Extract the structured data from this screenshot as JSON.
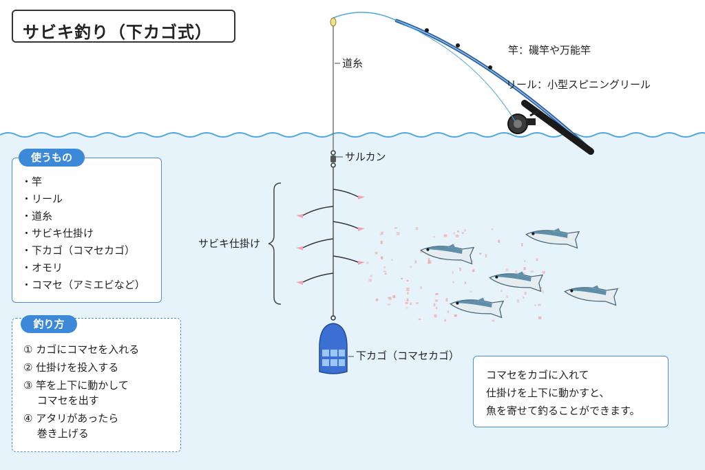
{
  "title": "サビキ釣り（下カゴ式）",
  "labels": {
    "rod": "竿：磯竿や万能竿",
    "reel": "リール：小型スピニングリール",
    "line": "道糸",
    "swivel": "サルカン",
    "rig": "サビキ仕掛け",
    "cage": "下カゴ（コマセカゴ）"
  },
  "items_panel": {
    "heading": "使うもの",
    "items": [
      "・竿",
      "・リール",
      "・道糸",
      "・サビキ仕掛け",
      "・下カゴ（コマセカゴ）",
      "・オモリ",
      "・コマセ（アミエビなど）"
    ]
  },
  "steps_panel": {
    "heading": "釣り方",
    "steps": [
      "① カゴにコマセを入れる",
      "② 仕掛けを投入する",
      "③ 竿を上下に動かして",
      "　 コマセを出す",
      "④ アタリがあったら",
      "　 巻き上げる"
    ]
  },
  "note": {
    "lines": [
      "コマセをカゴに入れて",
      "仕掛けを上下に動かすと、",
      "魚を寄せて釣ることができます。"
    ]
  },
  "colors": {
    "water": "#e6f3fb",
    "water_line": "#4aa6dc",
    "accent": "#3d89d9",
    "rod": "#2e5f9e",
    "fish_back": "#5f8fa8",
    "chum": "#f0a8a8"
  }
}
